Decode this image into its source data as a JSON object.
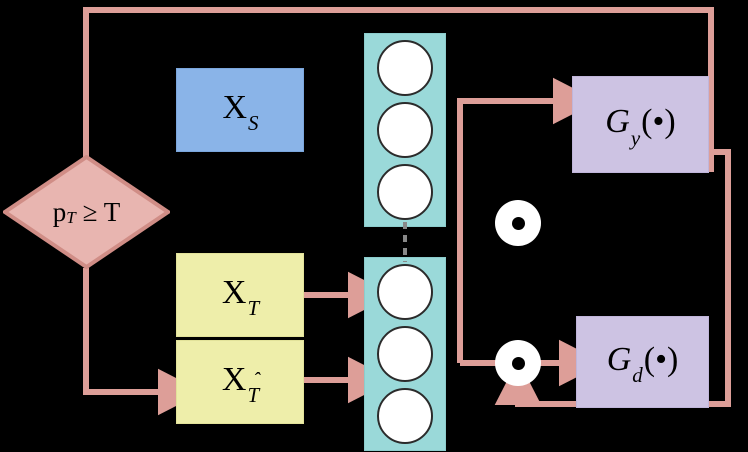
{
  "diagram": {
    "title": "domain adaptation pseudo-label architecture",
    "colors": {
      "background": "#000000",
      "source_box": "#8ab4e8",
      "target_box": "#eeeeaa",
      "feature_column": "#9ad9d9",
      "generator_box": "#cdc3e3",
      "decision_diamond": "#e8b5b0",
      "connector": "#dd9e98",
      "unit_fill": "#ffffff",
      "stroke": "#2b2b2b"
    },
    "decision": {
      "name": "confidence-threshold-decision",
      "expr_main": "p",
      "expr_sub": "T",
      "expr_rel": "≥ T"
    },
    "source_box": {
      "name": "source-data-box",
      "symbol": "X",
      "subscript": "S"
    },
    "target_boxes": [
      {
        "name": "labeled-target-box",
        "symbol": "X",
        "subscript": "T"
      },
      {
        "name": "pseudo-labeled-target-box",
        "symbol": "X",
        "subscript": "T",
        "hat": true
      }
    ],
    "feature_columns": [
      {
        "name": "source-feature-extractor",
        "units": 3
      },
      {
        "name": "target-feature-extractor",
        "units": 3
      }
    ],
    "generators": [
      {
        "name": "label-classifier",
        "symbol": "G",
        "subscript": "y",
        "arg": "(•)"
      },
      {
        "name": "domain-discriminator",
        "symbol": "G",
        "subscript": "d",
        "arg": "(•)"
      }
    ],
    "operators": [
      {
        "name": "hadamard-operator-upper",
        "glyph": "⊙"
      },
      {
        "name": "hadamard-operator-lower",
        "glyph": "⊙"
      }
    ]
  }
}
